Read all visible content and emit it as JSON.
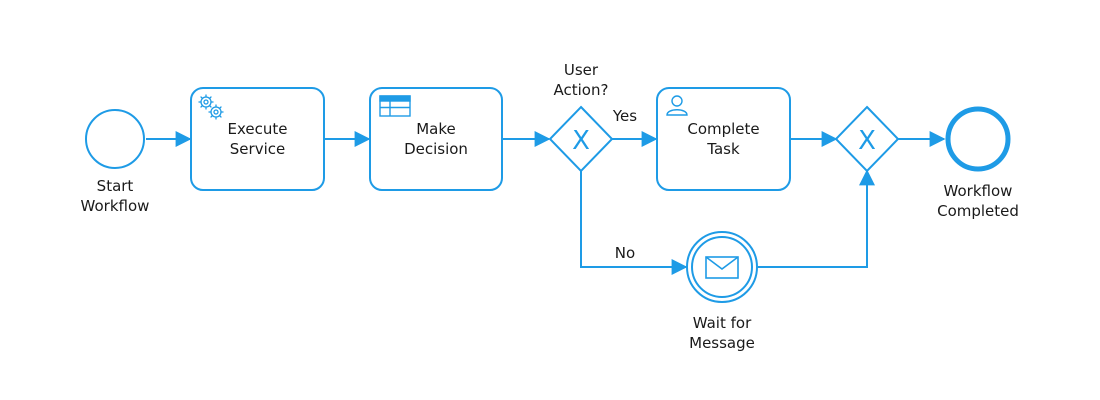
{
  "colors": {
    "accent": "#1e9be6",
    "text": "#1a1a1a",
    "background": "#ffffff"
  },
  "diagram": {
    "start_event": {
      "label": "Start\nWorkflow"
    },
    "tasks": [
      {
        "label": "Execute\nService",
        "icon": "gears-icon"
      },
      {
        "label": "Make\nDecision",
        "icon": "table-icon"
      },
      {
        "label": "Complete\nTask",
        "icon": "user-icon"
      }
    ],
    "gateway_split": {
      "label": "User\nAction?",
      "symbol": "X"
    },
    "gateway_join": {
      "symbol": "X"
    },
    "message_event": {
      "label": "Wait for\nMessage",
      "icon": "envelope-icon"
    },
    "end_event": {
      "label": "Workflow\nCompleted"
    },
    "flow_labels": {
      "yes": "Yes",
      "no": "No"
    }
  }
}
